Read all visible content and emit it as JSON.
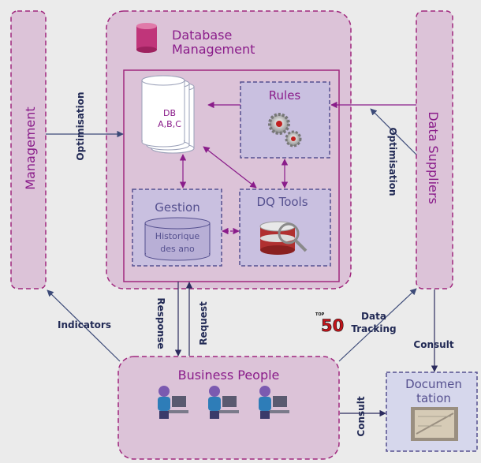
{
  "colors": {
    "background": "#ebebeb",
    "box_fill": "#dcc3d8",
    "box_border": "#a0287e",
    "inner_fill": "#c9c0e0",
    "inner_border": "#55508f",
    "title_text": "#8a1c8a",
    "edge_text": "#222a55",
    "arrow": "#8a1c8a",
    "dark_arrow": "#2b2b5e"
  },
  "nodes": {
    "management": "Management",
    "data_suppliers": "Data Suppliers",
    "database_management_line1": "Database",
    "database_management_line2": "Management",
    "db_line1": "DB",
    "db_line2": "A,B,C",
    "rules": "Rules",
    "gestion": "Gestion",
    "historique_line1": "Historique",
    "historique_line2": "des ano",
    "dq_tools": "DQ Tools",
    "business_people": "Business People",
    "documentation_line1": "Documen",
    "documentation_line2": "tation"
  },
  "edges": {
    "optimisation_left": "Optimisation",
    "optimisation_right": "Optimisation",
    "indicators": "Indicators",
    "response": "Response",
    "request": "Request",
    "data_tracking_line1": "Data",
    "data_tracking_line2": "Tracking",
    "consult_right": "Consult",
    "consult_bottom": "Consult"
  },
  "logo": {
    "superscript": "TOP",
    "number": "50"
  },
  "icons": {
    "database": "database-cylinder-icon",
    "rules": "gears-icon",
    "dq_tools": "data-magnifier-icon",
    "people": "person-at-computer-icon",
    "documentation": "document-thumbnail-icon"
  }
}
